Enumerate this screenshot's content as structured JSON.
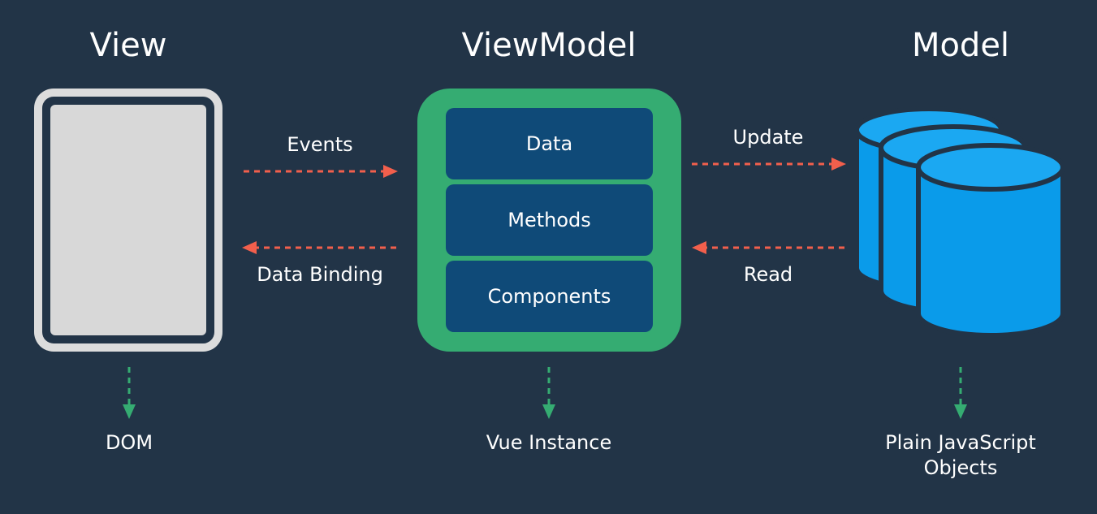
{
  "columns": {
    "view": {
      "title": "View",
      "bottom": "DOM"
    },
    "viewmodel": {
      "title": "ViewModel",
      "bottom": "Vue Instance",
      "items": [
        "Data",
        "Methods",
        "Components"
      ]
    },
    "model": {
      "title": "Model",
      "bottom_line1": "Plain JavaScript",
      "bottom_line2": "Objects"
    }
  },
  "arrows": {
    "events": "Events",
    "data_binding": "Data Binding",
    "update": "Update",
    "read": "Read"
  },
  "colors": {
    "background": "#223447",
    "view_frame": "#dcdcdc",
    "viewmodel": "#35ac72",
    "viewmodel_box": "#0f4a78",
    "model_cylinder": "#0a9bea",
    "model_top": "#1ba8f2",
    "arrow_red": "#f25f4c",
    "arrow_green": "#35ac72"
  }
}
